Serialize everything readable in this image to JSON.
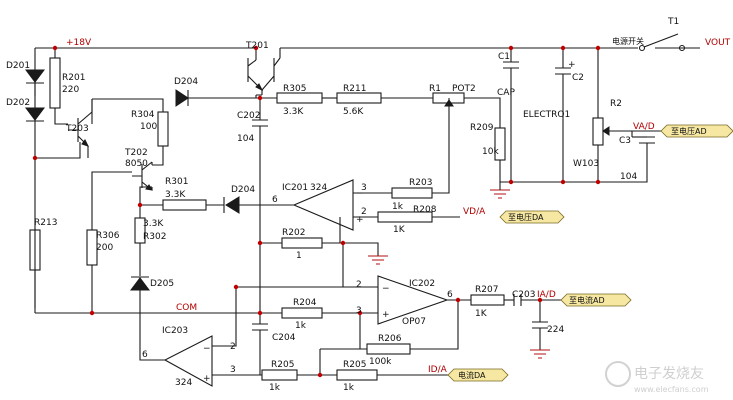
{
  "supply_label": "+18V",
  "com_label": "COM",
  "output_label": "VOUT",
  "switch_label": "T1",
  "switch_caption": "电源开关",
  "components": {
    "D201": "D201",
    "D202": "D202",
    "D204a": "D204",
    "D204b": "D204",
    "D205": "D205",
    "T201": "T201",
    "T202": "T202",
    "T202_type": "8050",
    "T203": "T203",
    "R201": "R201",
    "R201_val": "220",
    "R304": "R304",
    "R304_val": "100",
    "R305": "R305",
    "R305_val": "3.3K",
    "R211": "R211",
    "R211_val": "5.6K",
    "R1": "R1",
    "POT2": "POT2",
    "R209": "R209",
    "R209_val": "10k",
    "R2": "R2",
    "W103": "W103",
    "C1": "C1",
    "C2": "C2",
    "CAP": "CAP",
    "ELECTRO1": "ELECTRO1",
    "C3": "C3",
    "C3_val": "104",
    "C202": "C202",
    "C202_val": "104",
    "R301": "R301",
    "R301_val": "3.3K",
    "R302": "R302",
    "R302_val": "3.3K",
    "R306": "R306",
    "R306_val": "200",
    "R213": "R213",
    "R202": "R202",
    "R202_val": "1",
    "R203": "R203",
    "R203_val": "1k",
    "R208": "R208",
    "R208_val": "1K",
    "R204": "R204",
    "R204_val": "1k",
    "R205a": "R205",
    "R205a_val": "1k",
    "R205b": "R205",
    "R205b_val": "1k",
    "R206": "R206",
    "R206_val": "100k",
    "R207": "R207",
    "R207_val": "1K",
    "C203": "C203",
    "C203_val": "224",
    "C204": "C204",
    "IC201": "IC201",
    "IC201_type": "324",
    "IC202": "IC202",
    "IC202_type": "OP07",
    "IC203": "IC203",
    "IC203_type": "324"
  },
  "pins": {
    "ic201_out": "6",
    "ic201_in_top": "3",
    "ic201_in_bot": "2",
    "ic202_in_top": "2",
    "ic202_in_bot": "3",
    "ic202_out": "6",
    "ic203_out": "6",
    "ic203_in_top": "2",
    "ic203_in_bot": "3"
  },
  "nets": {
    "va_d": "VA/D",
    "vd_a": "VD/A",
    "ia_d": "IA/D",
    "id_a": "ID/A"
  },
  "tags": {
    "voltage_ad": "至电压AD",
    "voltage_da": "至电压DA",
    "current_ad": "至电流AD",
    "current_da": "电流DA"
  },
  "watermark": "电子发烧友",
  "watermark_url": "www.elecfans.com"
}
